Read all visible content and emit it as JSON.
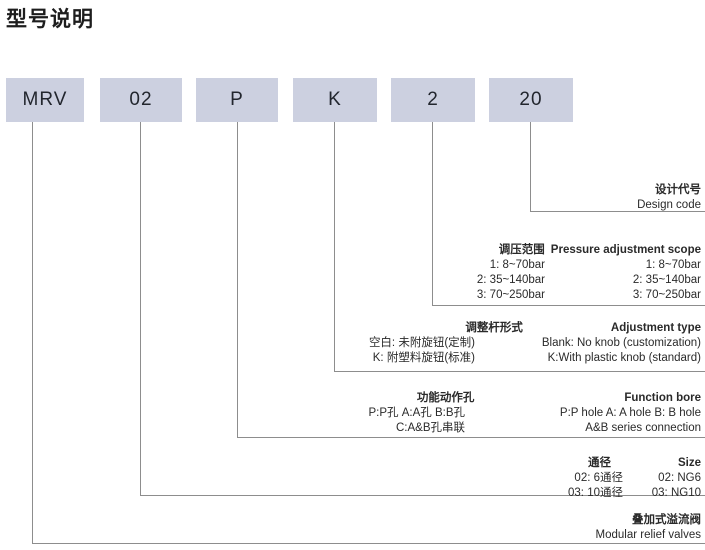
{
  "title": "型号说明",
  "code_boxes": [
    {
      "label": "MRV"
    },
    {
      "label": "02"
    },
    {
      "label": "P"
    },
    {
      "label": "K"
    },
    {
      "label": "2"
    },
    {
      "label": "20"
    }
  ],
  "annotations": [
    {
      "key": "design-code",
      "head_cn": "设计代号",
      "head_en": "Design code",
      "rows": []
    },
    {
      "key": "pressure-adjustment-scope",
      "head_cn": "调压范围",
      "head_en": "Pressure adjustment scope",
      "rows": [
        {
          "cn": "1: 8~70bar",
          "en": "1: 8~70bar"
        },
        {
          "cn": "2: 35~140bar",
          "en": "2: 35~140bar"
        },
        {
          "cn": "3: 70~250bar",
          "en": "3: 70~250bar"
        }
      ]
    },
    {
      "key": "adjustment-type",
      "head_cn": "调整杆形式",
      "head_en": "Adjustment type",
      "rows": [
        {
          "cn": "空白: 未附旋钮(定制)",
          "en": "Blank: No knob (customization)"
        },
        {
          "cn": "K: 附塑料旋钮(标准)",
          "en": "K:With plastic knob (standard)"
        }
      ]
    },
    {
      "key": "function-bore",
      "head_cn": "功能动作孔",
      "head_en": "Function bore",
      "rows": [
        {
          "cn": "P:P孔  A:A孔  B:B孔",
          "en": "P:P hole   A: A hole   B: B hole"
        },
        {
          "cn": "C:A&B孔串联",
          "en": "A&B series connection"
        }
      ]
    },
    {
      "key": "size",
      "head_cn": "通径",
      "head_en": "Size",
      "rows": [
        {
          "cn": "02: 6通径",
          "en": "02: NG6"
        },
        {
          "cn": "03: 10通径",
          "en": "03: NG10"
        }
      ]
    },
    {
      "key": "modular-relief-valves",
      "head_cn": "叠加式溢流阀",
      "head_en": "Modular relief valves",
      "rows": []
    }
  ]
}
